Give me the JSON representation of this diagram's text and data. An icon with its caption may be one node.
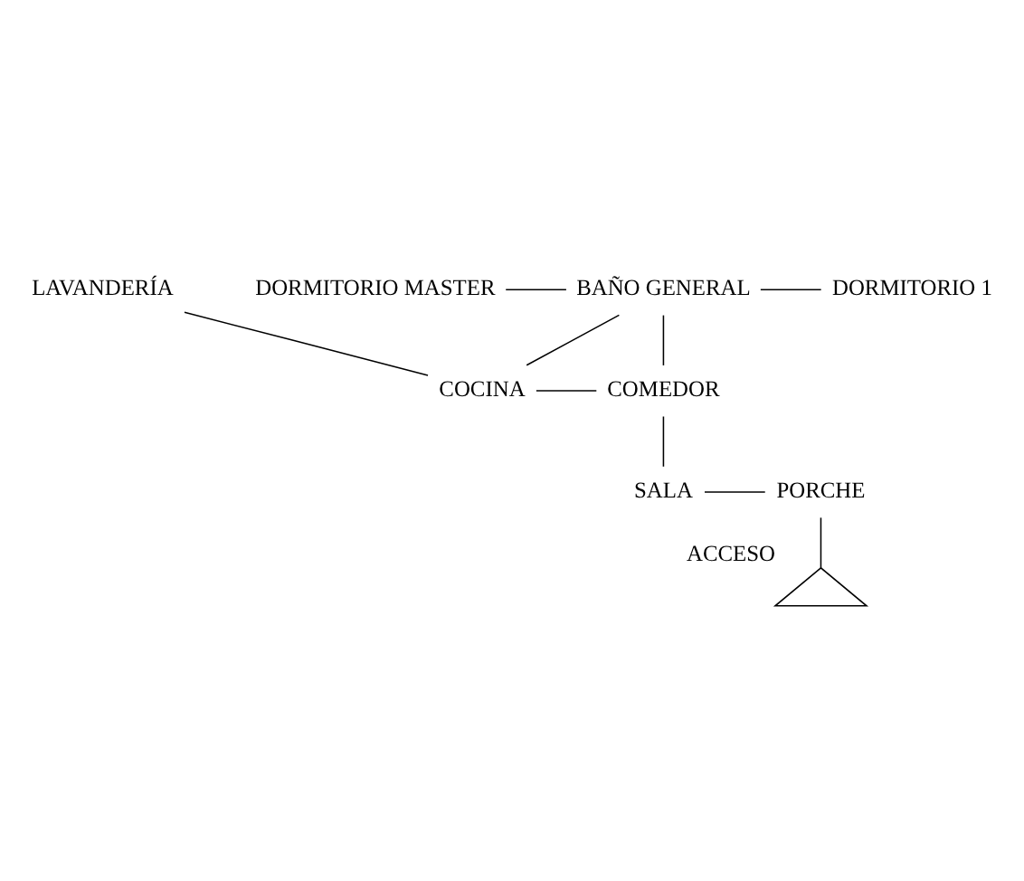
{
  "diagram": {
    "nodes": [
      {
        "text": [
          "LAVANDERÍA"
        ]
      },
      {
        "text": [
          "DORMITORIO MASTER"
        ]
      },
      {
        "text": [
          "BAÑO GENERAL"
        ]
      },
      {
        "text": [
          "DORMITORIO 1"
        ]
      },
      {
        "text": [
          "COCINA"
        ]
      },
      {
        "text": [
          "COMEDOR"
        ]
      },
      {
        "text": [
          "PORCHE"
        ]
      },
      {
        "text": [
          "SALA"
        ]
      },
      {
        "text": [],
        "shape": "triangle",
        "beside": [
          "ACCESO"
        ]
      }
    ],
    "edges": [
      {
        "from": 0,
        "to": 4,
        "arrow": "none"
      },
      {
        "from": 1,
        "to": 2,
        "arrow": "none"
      },
      {
        "from": 2,
        "to": 3,
        "arrow": "none"
      },
      {
        "from": 4,
        "to": 5,
        "arrow": "none"
      },
      {
        "from": 2,
        "to": 4,
        "arrow": "none"
      },
      {
        "from": 2,
        "to": 5,
        "arrow": "none"
      },
      {
        "from": 5,
        "to": 7,
        "arrow": "none"
      },
      {
        "from": 7,
        "to": 6,
        "arrow": "none"
      },
      {
        "from": 6,
        "to": 8,
        "arrow": "none"
      }
    ]
  }
}
